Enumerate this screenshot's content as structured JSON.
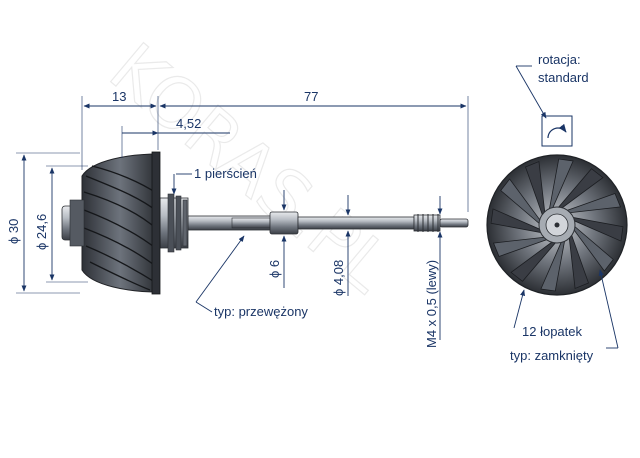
{
  "watermark": "KORAS.PL",
  "dimensions": {
    "wheel_length": "13",
    "shaft_length": "77",
    "hub_offset": "4,52",
    "wheel_dia": "ϕ 30",
    "hub_dia": "ϕ 24,6",
    "shaft_dia_1": "ϕ 6",
    "shaft_dia_2": "ϕ 4,08",
    "thread": "M4 x 0,5 (lewy)"
  },
  "labels": {
    "rings": "1 pierścień",
    "shaft_type": "typ: przewężony",
    "rotation_title": "rotacja:",
    "rotation_value": "standard",
    "blades": "12 łopatek",
    "wheel_type": "typ: zamknięty"
  },
  "colors": {
    "ink": "#1a3566",
    "metal_dark": "#3a3d44",
    "metal_light": "#9aa0a8"
  }
}
